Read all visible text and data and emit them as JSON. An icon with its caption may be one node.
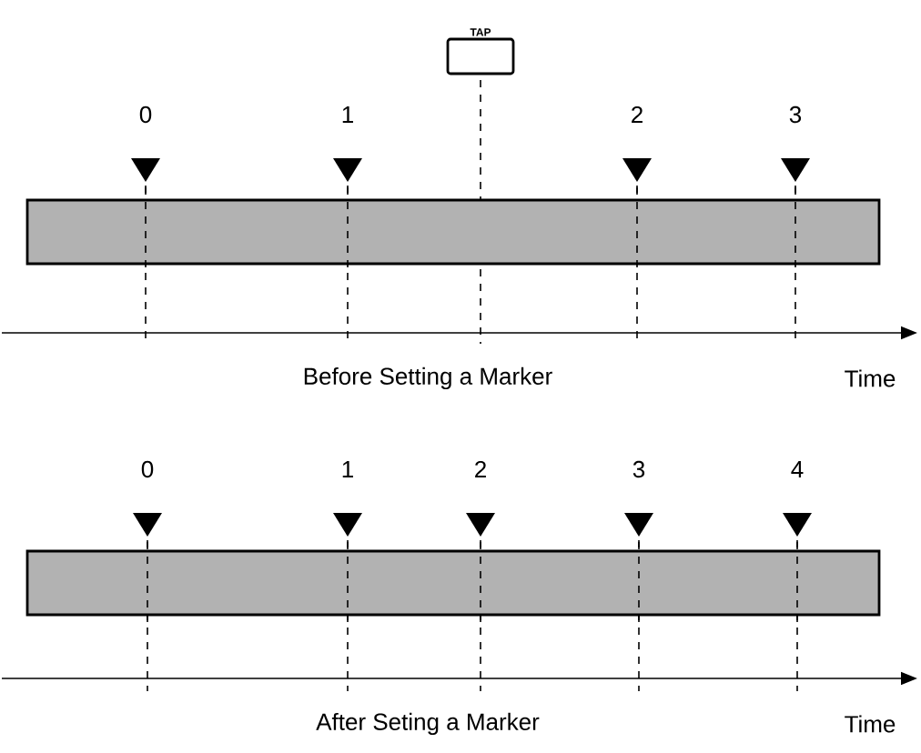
{
  "diagram": {
    "nodes": [
      {
        "text": [
          "TAP"
        ]
      },
      {
        "text": [],
        "shape": "bar"
      },
      {
        "text": [],
        "shape": "bar"
      }
    ],
    "labels": [
      "0",
      "1",
      "2",
      "3",
      "Before Setting a Marker",
      "Time",
      "0",
      "1",
      "2",
      "3",
      "4",
      "After Seting a Marker",
      "Time"
    ]
  }
}
